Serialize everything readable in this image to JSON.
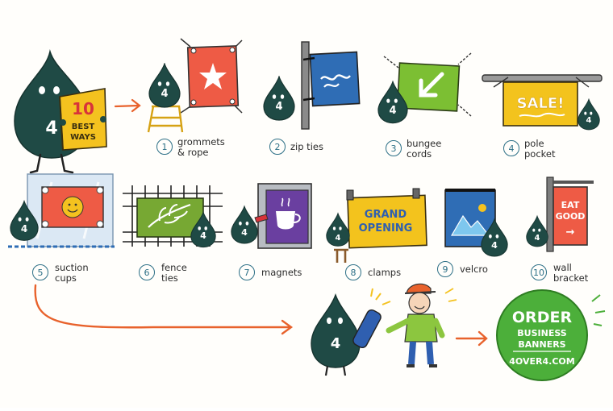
{
  "colors": {
    "mascot": "#1f4a45",
    "arrow": "#e8622c",
    "number_ring": "#2c6f86",
    "order_badge": "#4caf3a"
  },
  "intro": {
    "book_number": "10",
    "book_line1": "BEST",
    "book_line2": "WAYS",
    "mascot_badge": "4"
  },
  "steps": [
    {
      "num": "1",
      "line1": "grommets",
      "line2": "& rope",
      "icon": "star-icon"
    },
    {
      "num": "2",
      "line1": "zip ties",
      "line2": "",
      "icon": "wave-icon"
    },
    {
      "num": "3",
      "line1": "bungee",
      "line2": "cords",
      "icon": "arrow-icon"
    },
    {
      "num": "4",
      "line1": "pole",
      "line2": "pocket",
      "banner_text": "SALE!"
    },
    {
      "num": "5",
      "line1": "suction",
      "line2": "cups",
      "icon": "smiley-icon"
    },
    {
      "num": "6",
      "line1": "fence",
      "line2": "ties",
      "icon": "leaf-icon"
    },
    {
      "num": "7",
      "line1": "magnets",
      "line2": "",
      "icon": "coffee-cup-icon"
    },
    {
      "num": "8",
      "line1": "clamps",
      "line2": "",
      "banner_line1": "GRAND",
      "banner_line2": "OPENING"
    },
    {
      "num": "9",
      "line1": "velcro",
      "line2": "",
      "icon": "landscape-icon"
    },
    {
      "num": "10",
      "line1": "wall",
      "line2": "bracket",
      "banner_line1": "EAT",
      "banner_line2": "GOOD",
      "banner_arrow": "→"
    }
  ],
  "cta": {
    "line1": "ORDER",
    "line2": "BUSINESS",
    "line3": "BANNERS",
    "site": "4OVER4.COM"
  }
}
